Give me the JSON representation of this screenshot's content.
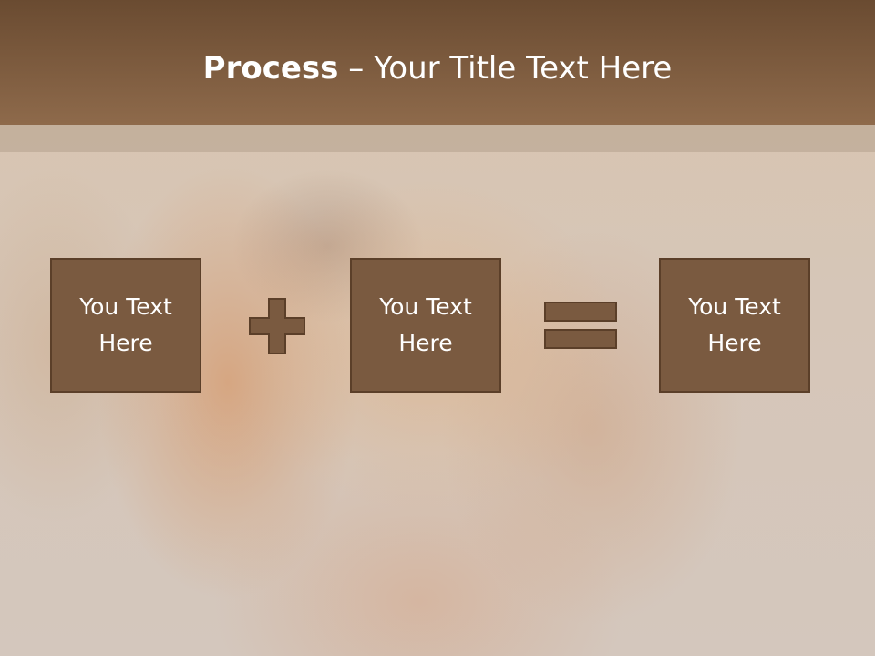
{
  "slide": {
    "title_bold": "Process",
    "title_sep": " – ",
    "title_rest": "Your Title Text Here",
    "boxes": [
      {
        "line1": "You Text",
        "line2": "Here"
      },
      {
        "line1": "You Text",
        "line2": "Here"
      },
      {
        "line1": "You Text",
        "line2": "Here"
      }
    ],
    "operators": [
      "plus-icon",
      "equals-icon"
    ],
    "colors": {
      "header": "#7a5a40",
      "box_fill": "#7a5a40",
      "box_border": "#5b3f29",
      "text": "#ffffff"
    }
  }
}
